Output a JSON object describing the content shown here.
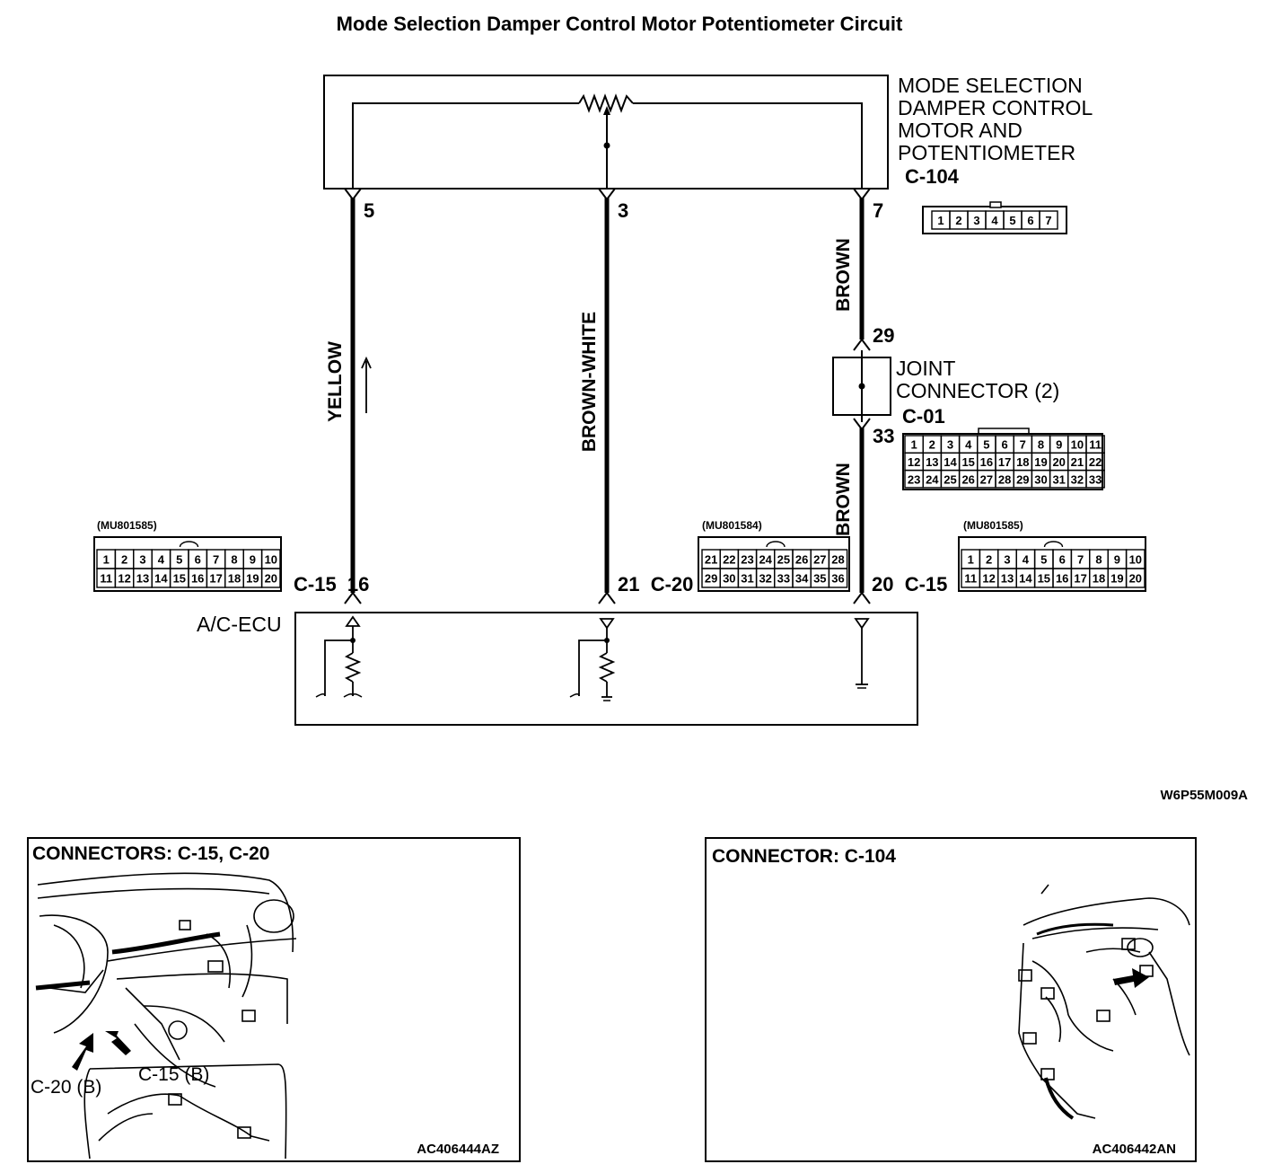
{
  "title": "Mode Selection Damper Control Motor Potentiometer Circuit",
  "motor": {
    "name_lines": [
      "MODE SELECTION",
      "DAMPER CONTROL",
      "MOTOR AND",
      "POTENTIOMETER"
    ],
    "connector": "C-104",
    "pins": [
      "5",
      "3",
      "7"
    ],
    "connector_cells": [
      "1",
      "2",
      "3",
      "4",
      "5",
      "6",
      "7"
    ]
  },
  "wires": {
    "left": "YELLOW",
    "middle": "BROWN-WHITE",
    "right_top": "BROWN",
    "right_bottom": "BROWN"
  },
  "joint": {
    "name_lines": [
      "JOINT",
      "CONNECTOR (2)"
    ],
    "connector": "C-01",
    "pin_top": "29",
    "pin_bottom": "33",
    "rows": [
      [
        "1",
        "2",
        "3",
        "4",
        "5",
        "6",
        "7",
        "8",
        "9",
        "10",
        "11"
      ],
      [
        "12",
        "13",
        "14",
        "15",
        "16",
        "17",
        "18",
        "19",
        "20",
        "21",
        "22"
      ],
      [
        "23",
        "24",
        "25",
        "26",
        "27",
        "28",
        "29",
        "30",
        "31",
        "32",
        "33"
      ]
    ]
  },
  "ecu": {
    "name": "A/C-ECU",
    "pin_left": "C-15  16",
    "pin_middle": "21  C-20",
    "pin_right": "20  C-15"
  },
  "connectors": {
    "c15_part": "(MU801585)",
    "c15_rows": [
      [
        "1",
        "2",
        "3",
        "4",
        "5",
        "6",
        "7",
        "8",
        "9",
        "10"
      ],
      [
        "11",
        "12",
        "13",
        "14",
        "15",
        "16",
        "17",
        "18",
        "19",
        "20"
      ]
    ],
    "c20_part": "(MU801584)",
    "c20_rows": [
      [
        "21",
        "22",
        "23",
        "24",
        "25",
        "26",
        "27",
        "28"
      ],
      [
        "29",
        "30",
        "31",
        "32",
        "33",
        "34",
        "35",
        "36"
      ]
    ]
  },
  "diagram_code": "W6P55M009A",
  "panel_left": {
    "title": "CONNECTORS: C-15, C-20",
    "callout_1": "C-15 (B)",
    "callout_2": "C-20 (B)",
    "code": "AC406444AZ"
  },
  "panel_right": {
    "title": "CONNECTOR: C-104",
    "code": "AC406442AN"
  }
}
